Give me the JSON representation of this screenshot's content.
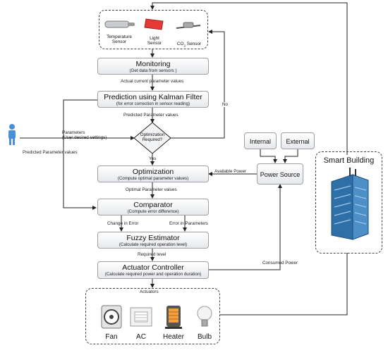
{
  "sensors": {
    "temperature": [
      "Temperature",
      "Sensor"
    ],
    "light": [
      "Light",
      "Sensor"
    ],
    "co2_prefix": "CO",
    "co2_sub": "2",
    "co2_suffix": " Sensor"
  },
  "blocks": {
    "monitoring": {
      "title": "Monitoring",
      "sub": "(Get data from sensors )"
    },
    "prediction": {
      "title": "Prediction using Kalman Filter",
      "sub": "(for error correction in sensor reading)"
    },
    "decision": [
      "Optimization",
      "Required?"
    ],
    "optimization": {
      "title": "Optimization",
      "sub": "(Compute optimal parameter values)"
    },
    "comparator": {
      "title": "Comparator",
      "sub": "(Compute error difference)"
    },
    "fuzzy": {
      "title": "Fuzzy Estimator",
      "sub": "(Calculate required operation level)"
    },
    "actuator": {
      "title": "Actuator Controller",
      "sub": "(Calculate required power and operation duration)"
    },
    "internal": "Internal",
    "external": "External",
    "power": "Power Source",
    "smart_building": "Smart Building"
  },
  "arrow_labels": {
    "actual_params": "Actual current parameter values",
    "predicted_params": "Predicted Parameter values",
    "predicted_params_left": "Predicted Parameter values",
    "parameters": [
      "Parameters",
      "(User desired settings)"
    ],
    "yes": "Yes",
    "no": "No",
    "available_power": "Available Power",
    "optimal_params": "Optimal Parameter values",
    "change_error": "Change in Error",
    "error_params": "Error in Parameters",
    "required_level": "Required level",
    "consumed_power": "Consumed Power",
    "actuators": "Actuators"
  },
  "actuators": [
    "Fan",
    "AC",
    "Heater",
    "Bulb"
  ],
  "colors": {
    "box_border": "#9aa0a6",
    "light_sensor": "#e53935",
    "user": "#4a90d9",
    "building": "#2f6fa8"
  }
}
